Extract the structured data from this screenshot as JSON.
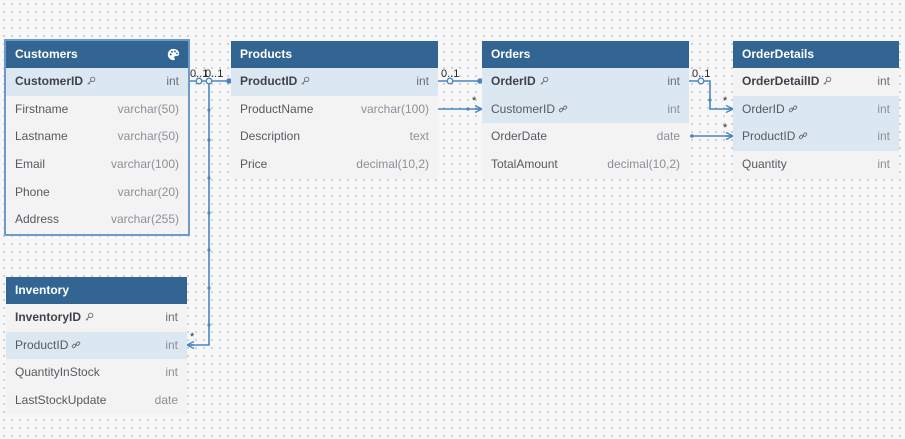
{
  "tables": {
    "customers": {
      "name": "Customers",
      "columns": [
        {
          "name": "CustomerID",
          "type": "int"
        },
        {
          "name": "Firstname",
          "type": "varchar(50)"
        },
        {
          "name": "Lastname",
          "type": "varchar(50)"
        },
        {
          "name": "Email",
          "type": "varchar(100)"
        },
        {
          "name": "Phone",
          "type": "varchar(20)"
        },
        {
          "name": "Address",
          "type": "varchar(255)"
        }
      ]
    },
    "products": {
      "name": "Products",
      "columns": [
        {
          "name": "ProductID",
          "type": "int"
        },
        {
          "name": "ProductName",
          "type": "varchar(100)"
        },
        {
          "name": "Description",
          "type": "text"
        },
        {
          "name": "Price",
          "type": "decimal(10,2)"
        }
      ]
    },
    "orders": {
      "name": "Orders",
      "columns": [
        {
          "name": "OrderID",
          "type": "int"
        },
        {
          "name": "CustomerID",
          "type": "int"
        },
        {
          "name": "OrderDate",
          "type": "date"
        },
        {
          "name": "TotalAmount",
          "type": "decimal(10,2)"
        }
      ]
    },
    "orderdetails": {
      "name": "OrderDetails",
      "columns": [
        {
          "name": "OrderDetailID",
          "type": "int"
        },
        {
          "name": "OrderID",
          "type": "int"
        },
        {
          "name": "ProductID",
          "type": "int"
        },
        {
          "name": "Quantity",
          "type": "int"
        }
      ]
    },
    "inventory": {
      "name": "Inventory",
      "columns": [
        {
          "name": "InventoryID",
          "type": "int"
        },
        {
          "name": "ProductID",
          "type": "int"
        },
        {
          "name": "QuantityInStock",
          "type": "int"
        },
        {
          "name": "LastStockUpdate",
          "type": "date"
        }
      ]
    }
  },
  "relationships": {
    "customers_orders": {
      "from_card": "0..1",
      "to_card": "*"
    },
    "products_inventory": {
      "from_card": "0..1",
      "to_card": "*"
    },
    "orders_orderdetails": {
      "from_card": "0..1",
      "to_card": "*"
    },
    "products_orderdetails": {
      "to_card": "*"
    }
  },
  "icons": {
    "primary_key": "key-icon",
    "foreign_key": "link-icon",
    "table_color": "palette-icon"
  },
  "colors": {
    "header": "#326592",
    "highlight_row": "#dbe8f2",
    "connector": "#4a86c0",
    "selection": "#6d9acb"
  }
}
